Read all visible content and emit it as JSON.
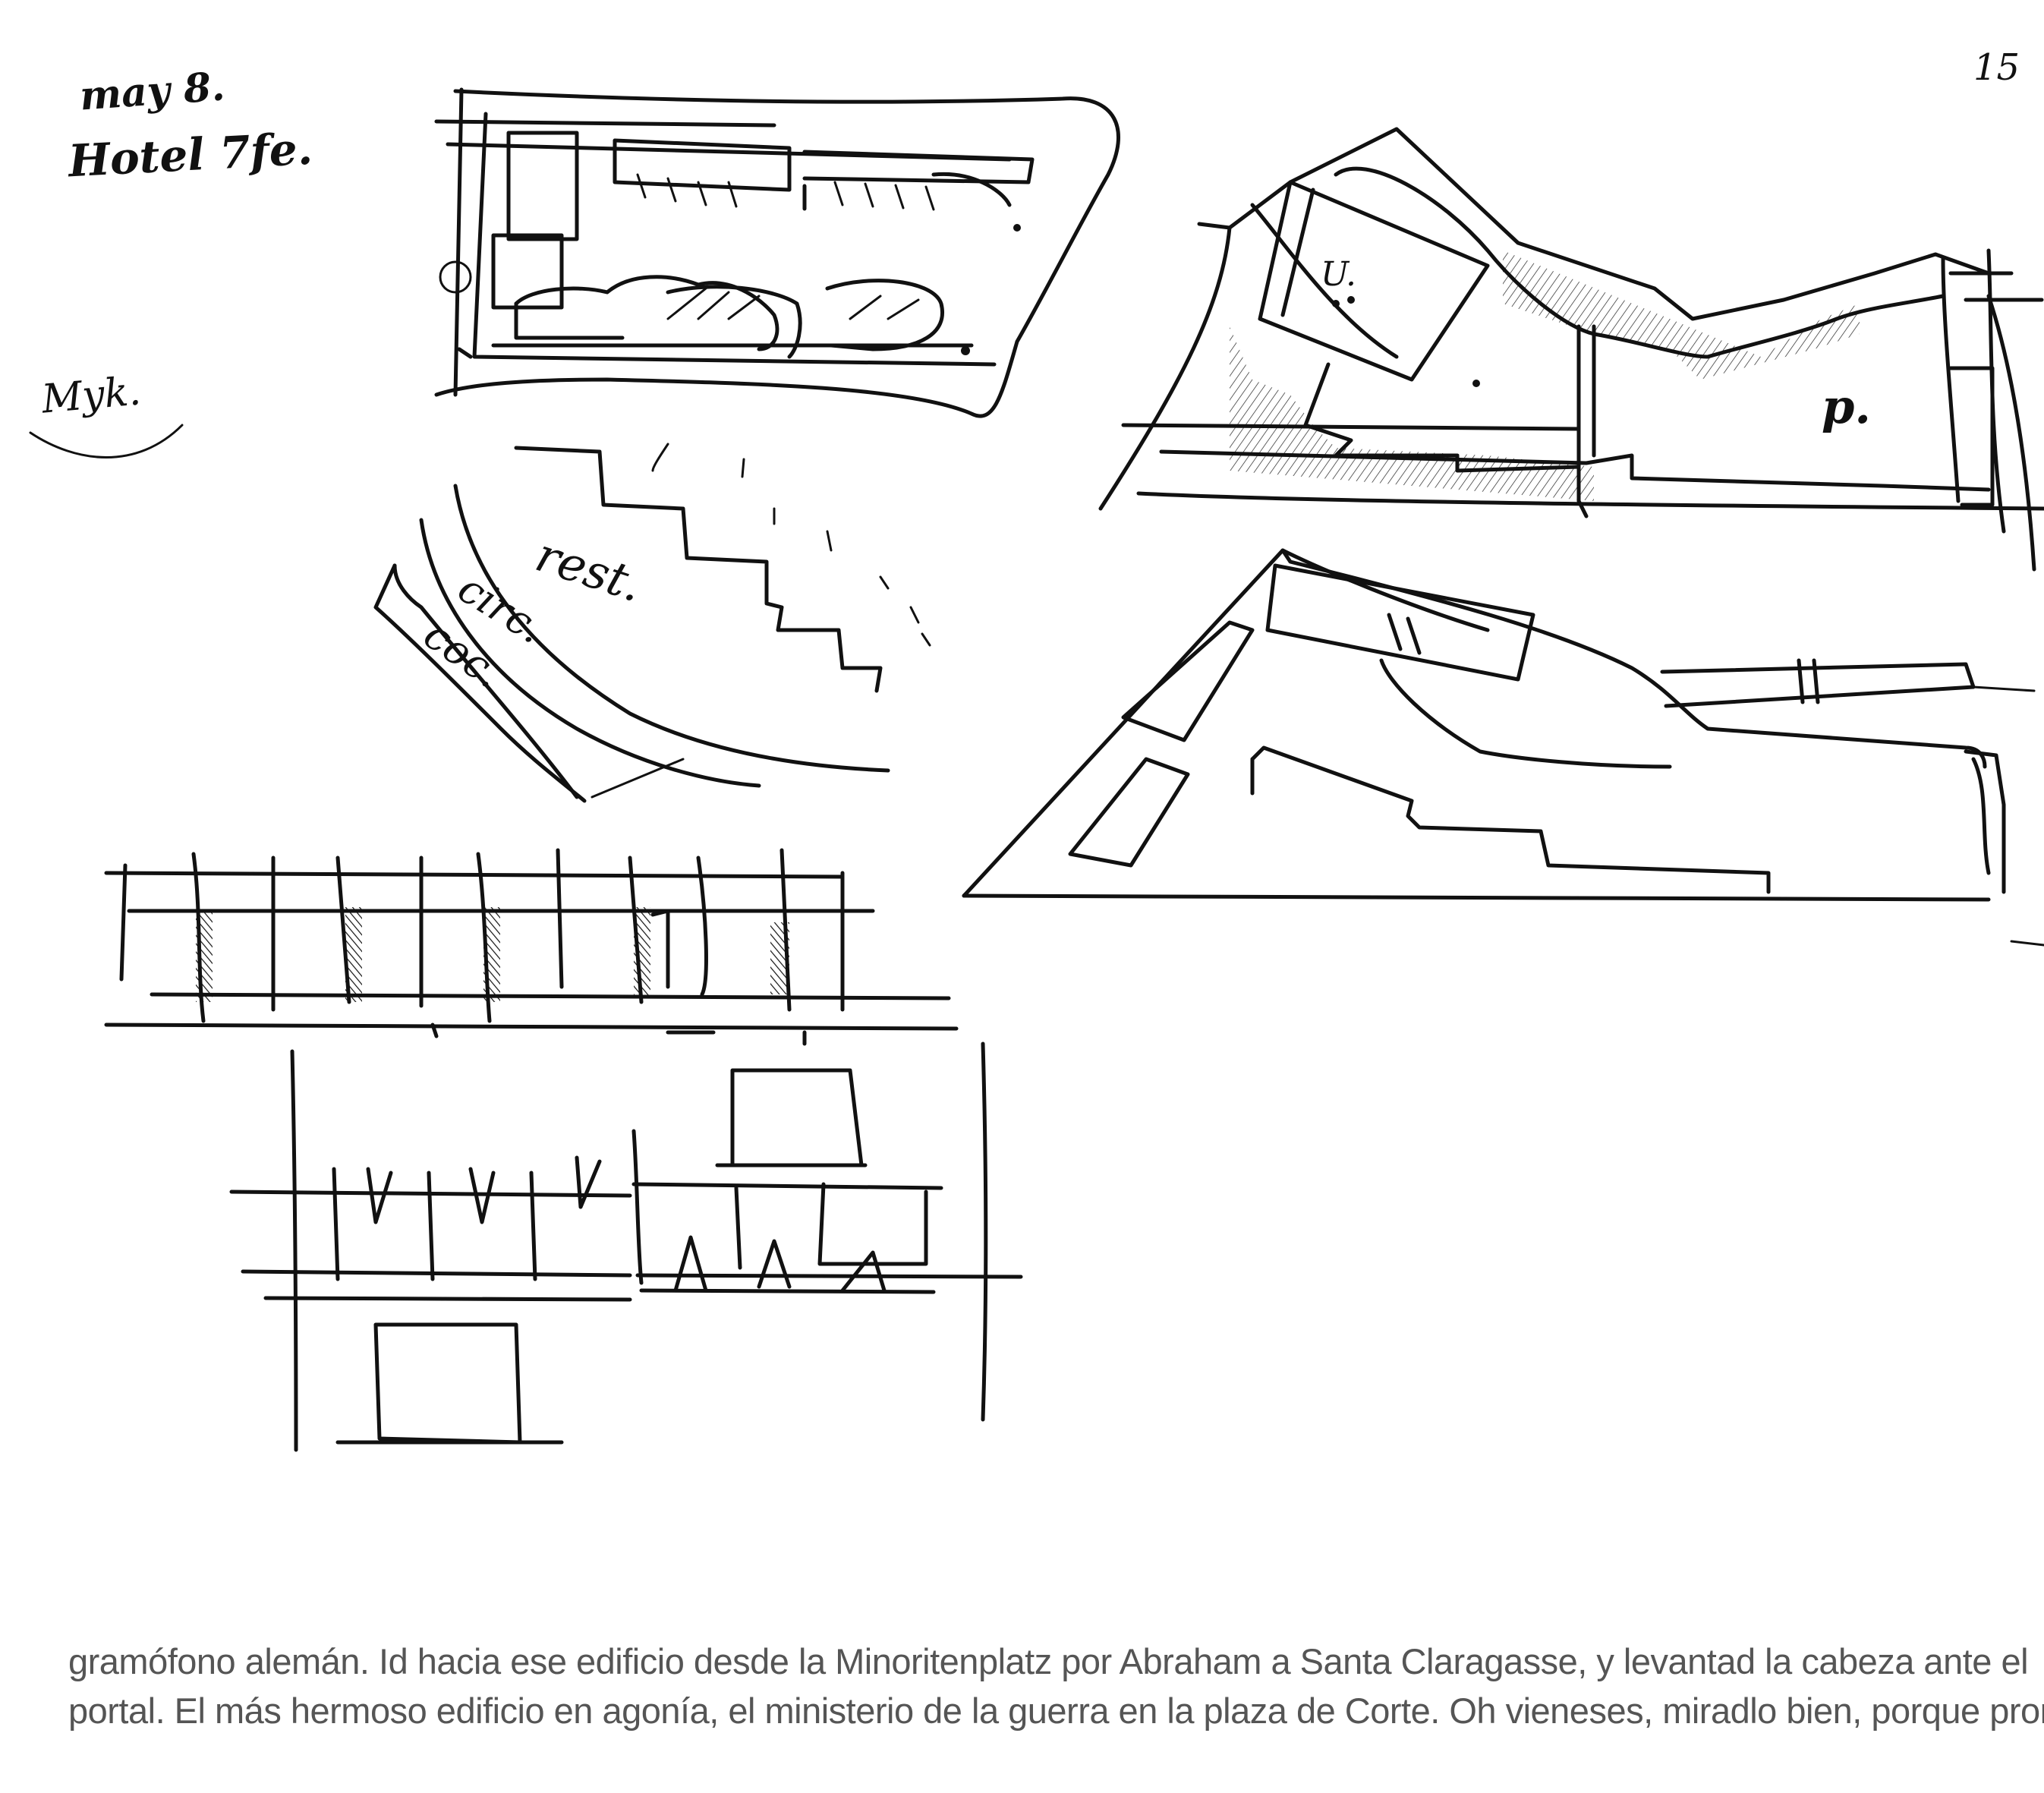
{
  "notes": {
    "date": "may 8.",
    "hotel": "Hotel 7fe.",
    "signature": "Myk.",
    "page_number": "15",
    "label_rest": "rest.",
    "label_circ": "circ.",
    "label_coc": "coc.",
    "label_p": "p.",
    "label_u": "U."
  },
  "caption": {
    "line1": "gramófono alemán. Id hacia ese edificio desde la Minoritenplatz por Abraham a Santa Claragasse, y levantad la cabeza ante el",
    "line2": "portal. El más hermoso edificio en agonía, el ministerio de la guerra en la plaza de Corte. Oh vieneses, miradlo bien, porque pronto"
  },
  "colors": {
    "ink": "#111111",
    "caption": "#555555",
    "paper": "#ffffff"
  }
}
